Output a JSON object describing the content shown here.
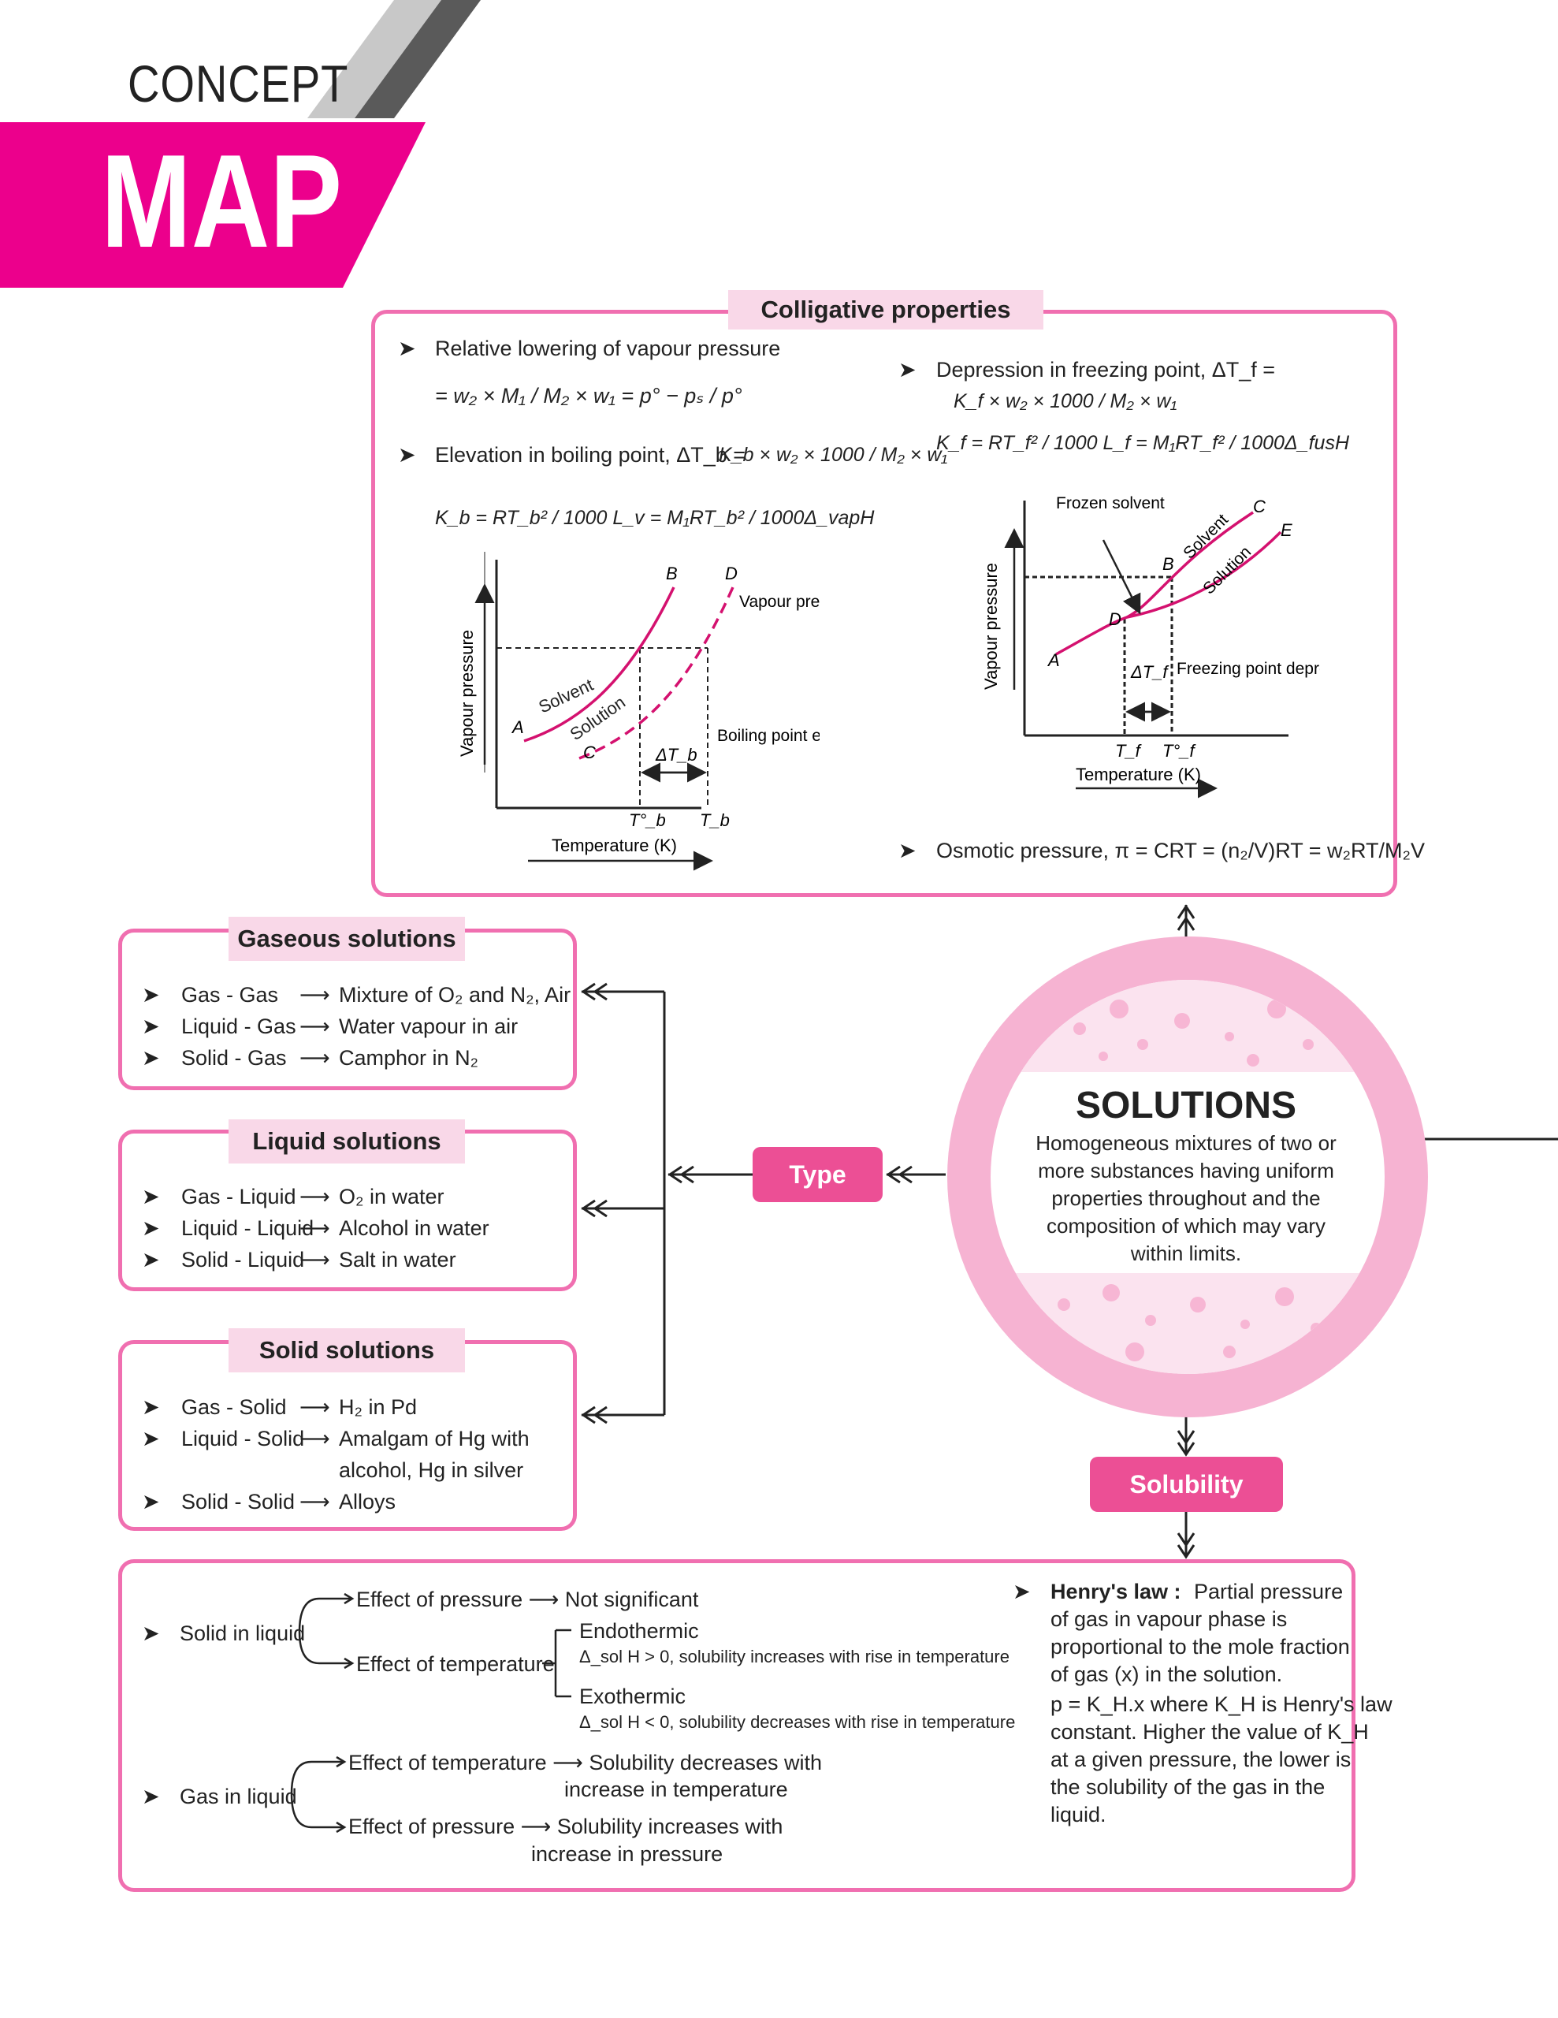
{
  "banner": {
    "concept": "CONCEPT",
    "map": "MAP"
  },
  "colligative": {
    "header": "Colligative properties",
    "rlvp_label": "Relative lowering of vapour pressure",
    "rlvp_formula": "= w₂ × M₁ / M₂ × w₁ = p° − pₛ / p°",
    "bp_label": "Elevation in boiling point, ΔT_b =",
    "bp_formula": "K_b × w₂ × 1000 / M₂ × w₁",
    "kb_formula": "K_b = RT_b² / 1000 L_v = M₁RT_b² / 1000Δ_vapH",
    "fp_label": "Depression in freezing point, ΔT_f =",
    "fp_formula": "K_f × w₂ × 1000 / M₂ × w₁",
    "kf_formula": "K_f = RT_f² / 1000 L_f = M₁RT_f² / 1000Δ_fusH",
    "osmotic_label": "Osmotic pressure, π = CRT = (n₂/V)RT = w₂RT/M₂V",
    "bp_chart": {
      "ylabel": "Vapour pressure",
      "xlabel": "Temperature (K)",
      "solvent": "Solvent",
      "solution": "Solution",
      "A": "A",
      "B": "B",
      "C": "C",
      "D": "D",
      "vp_curve": "Vapour pressure curve",
      "delta": "ΔT_b",
      "elev": "Boiling point elevation",
      "tb0": "T°_b",
      "tb": "T_b"
    },
    "fp_chart": {
      "ylabel": "Vapour pressure",
      "xlabel": "Temperature (K)",
      "frozen": "Frozen solvent",
      "solvent": "Solvent",
      "solution": "Solution",
      "A": "A",
      "B": "B",
      "C": "C",
      "D": "D",
      "E": "E",
      "delta": "ΔT_f",
      "depr": "Freezing point depression",
      "tf": "T_f",
      "tf0": "T°_f"
    }
  },
  "gaseous": {
    "header": "Gaseous solutions",
    "rows": [
      {
        "a": "Gas - Gas",
        "b": "Mixture of O₂ and N₂, Air"
      },
      {
        "a": "Liquid - Gas",
        "b": "Water vapour in air"
      },
      {
        "a": "Solid - Gas",
        "b": "Camphor in N₂"
      }
    ]
  },
  "liquid": {
    "header": "Liquid solutions",
    "rows": [
      {
        "a": "Gas - Liquid",
        "b": "O₂ in water"
      },
      {
        "a": "Liquid - Liquid",
        "b": "Alcohol in water"
      },
      {
        "a": "Solid - Liquid",
        "b": "Salt in water"
      }
    ]
  },
  "solid": {
    "header": "Solid solutions",
    "rows": [
      {
        "a": "Gas - Solid",
        "b": "H₂ in Pd"
      },
      {
        "a": "Liquid - Solid",
        "b": "Amalgam of Hg with"
      },
      {
        "a": "",
        "b": "alcohol, Hg in silver"
      },
      {
        "a": "Solid - Solid",
        "b": "Alloys"
      }
    ]
  },
  "type_label": "Type",
  "solubility_label": "Solubility",
  "center": {
    "title": "SOLUTIONS",
    "desc1": "Homogeneous mixtures of two or",
    "desc2": "more substances having uniform",
    "desc3": "properties throughout and the",
    "desc4": "composition of which may vary",
    "desc5": "within limits."
  },
  "solubility": {
    "solid_in_liquid": "Solid in liquid",
    "sil_pressure": "Effect of pressure ⟶ Not significant",
    "sil_temp": "Effect of temperature",
    "endo": "Endothermic",
    "endo_note": "Δ_sol H > 0, solubility increases with rise in temperature",
    "exo": "Exothermic",
    "exo_note": "Δ_sol H < 0, solubility decreases with rise in temperature",
    "gas_in_liquid": "Gas in liquid",
    "gil_temp": "Effect of temperature ⟶ Solubility decreases with",
    "gil_temp2": "increase in temperature",
    "gil_pressure": "Effect of pressure ⟶ Solubility increases with",
    "gil_pressure2": "increase in pressure",
    "henry_title": "Henry's law :",
    "henry_l1": "Partial pressure",
    "henry_l2": "of gas in vapour phase is",
    "henry_l3": "proportional to the mole fraction",
    "henry_l4": "of gas (x) in the solution.",
    "henry_l5": "p = K_H.x where K_H is Henry's law",
    "henry_l6": "constant. Higher the value of K_H",
    "henry_l7": "at a given pressure, the lower is",
    "henry_l8": "the solubility of the gas in the",
    "henry_l9": "liquid."
  },
  "colors": {
    "accent": "#ec008c",
    "pink_border": "#f06fb0",
    "pink_light": "#f9d8e8"
  }
}
